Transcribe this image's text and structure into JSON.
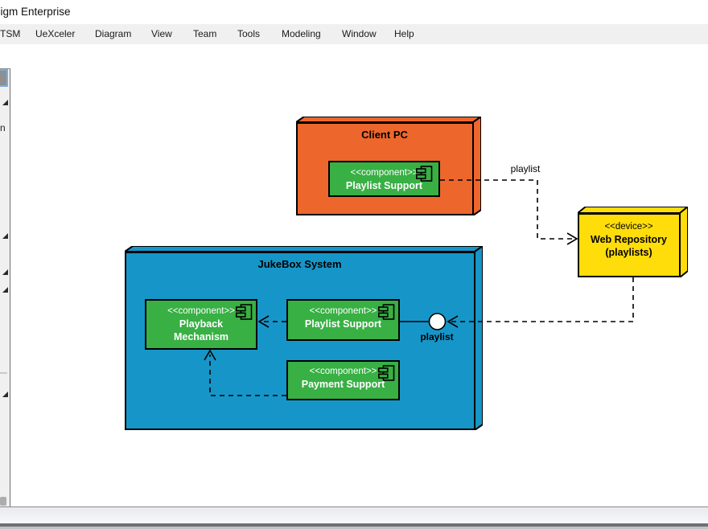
{
  "window": {
    "title": "digm Enterprise"
  },
  "menu": {
    "items": [
      "TSM",
      "UeXceler",
      "Diagram",
      "View",
      "Team",
      "Tools",
      "Modeling",
      "Window",
      "Help"
    ]
  },
  "palette": {
    "cutoff_label": "n"
  },
  "diagram": {
    "nodes": {
      "client_pc": {
        "title": "Client PC"
      },
      "jukebox": {
        "title": "JukeBox System"
      },
      "web_repository": {
        "stereotype": "<<device>>",
        "name_line1": "Web Repository",
        "name_line2": "(playlists)"
      }
    },
    "components": {
      "client_playlist": {
        "stereotype": "<<component>>",
        "name": "Playlist Support"
      },
      "playback": {
        "stereotype": "<<component>>",
        "name_line1": "Playback",
        "name_line2": "Mechanism"
      },
      "jukebox_playlist": {
        "stereotype": "<<component>>",
        "name": "Playlist Support"
      },
      "payment": {
        "stereotype": "<<component>>",
        "name": "Payment Support"
      }
    },
    "labels": {
      "playlist_link": "playlist",
      "playlist_interface": "playlist"
    },
    "colors": {
      "node_client": "#ED672D",
      "node_jukebox": "#1696C8",
      "node_device": "#FFDD0A",
      "component": "#38B044",
      "outline": "#000000"
    }
  }
}
